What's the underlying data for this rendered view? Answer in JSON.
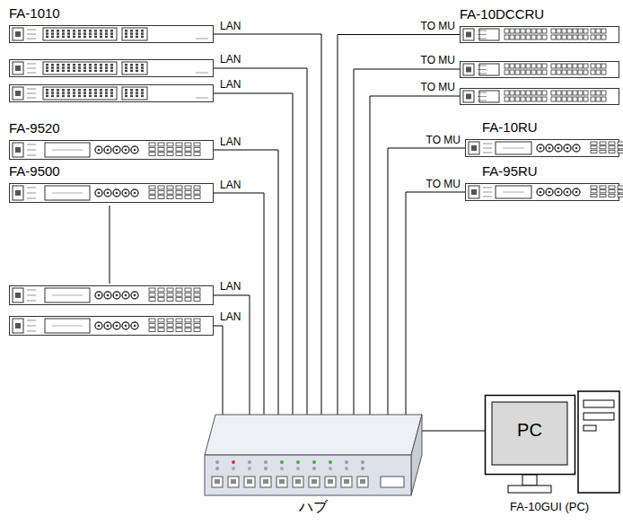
{
  "diagram": {
    "nodes": [
      {
        "text": [
          "FA-1010"
        ]
      },
      {
        "text": [
          "FA-10DCCRU"
        ]
      },
      {
        "text": [
          "FA-9520"
        ]
      },
      {
        "text": [
          "FA-10RU"
        ]
      },
      {
        "text": [
          "FA-9500"
        ]
      },
      {
        "text": [
          "FA-95RU"
        ]
      },
      {
        "text": [
          "ハブ"
        ]
      },
      {
        "text": [
          "PC",
          "FA-10GUI (PC)"
        ]
      }
    ],
    "edges": [
      {
        "from": 0,
        "to": 6,
        "label": "LAN",
        "arrow": "none"
      },
      {
        "from": 1,
        "to": 6,
        "label": "TO MU",
        "arrow": "none"
      },
      {
        "from": 2,
        "to": 6,
        "label": "LAN",
        "arrow": "none"
      },
      {
        "from": 3,
        "to": 6,
        "label": "TO MU",
        "arrow": "none"
      },
      {
        "from": 4,
        "to": 6,
        "label": "LAN",
        "arrow": "none"
      },
      {
        "from": 5,
        "to": 6,
        "label": "TO MU",
        "arrow": "none"
      },
      {
        "from": 6,
        "to": 7,
        "arrow": "none"
      }
    ],
    "labels": [
      "LAN",
      "LAN",
      "LAN",
      "LAN",
      "TO MU",
      "TO MU"
    ]
  }
}
